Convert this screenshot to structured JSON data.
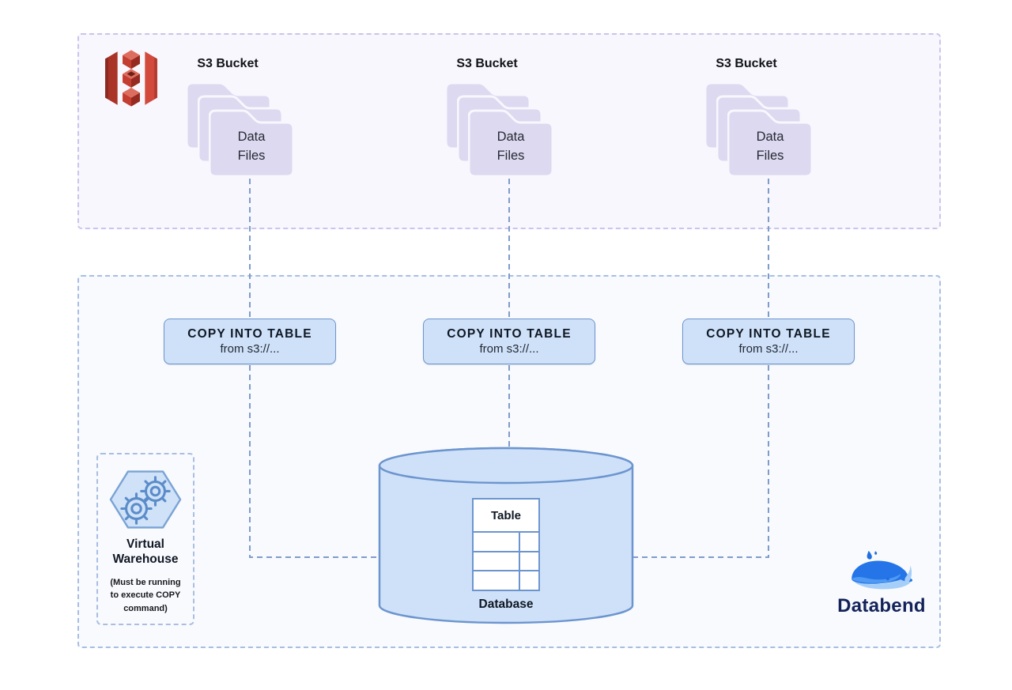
{
  "top_section": {
    "buckets": [
      {
        "title": "S3 Bucket",
        "folder_label": "Data Files"
      },
      {
        "title": "S3 Bucket",
        "folder_label": "Data Files"
      },
      {
        "title": "S3 Bucket",
        "folder_label": "Data Files"
      }
    ]
  },
  "bottom_section": {
    "copy_commands": [
      {
        "command": "COPY INTO TABLE",
        "source": "from s3://..."
      },
      {
        "command": "COPY INTO TABLE",
        "source": "from s3://..."
      },
      {
        "command": "COPY INTO TABLE",
        "source": "from s3://..."
      }
    ],
    "database": {
      "table_label": "Table",
      "label": "Database"
    },
    "virtual_warehouse": {
      "title": "Virtual Warehouse",
      "note": "(Must be running to execute COPY command)"
    },
    "brand": {
      "name": "Databend"
    }
  },
  "colors": {
    "top_section_bg": "#f8f7fd",
    "top_section_border": "#c9c5ec",
    "bottom_section_bg": "#f9fafd",
    "bottom_section_border": "#a8bfe2",
    "command_box_bg": "#cfe1f8",
    "command_box_border": "#6c95cf",
    "connector": "#7e9cca",
    "folder": "#dcd9f0",
    "aws_s3_red": "#cf4237",
    "databend_navy": "#13235a",
    "whale_blue": "#2575e8"
  }
}
